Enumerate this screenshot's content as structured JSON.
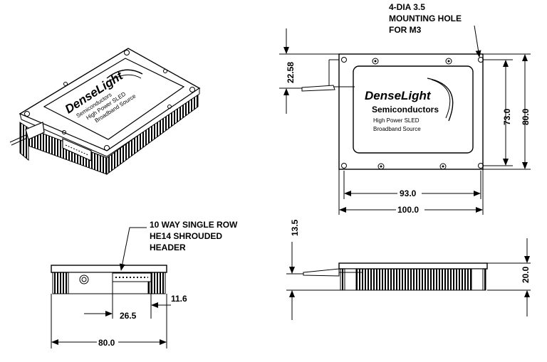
{
  "notes": {
    "mounting_hole": [
      "4-DIA 3.5",
      "MOUNTING HOLE",
      "FOR M3"
    ],
    "header": [
      "10 WAY SINGLE ROW",
      "HE14 SHROUDED",
      "HEADER"
    ]
  },
  "logo": {
    "brand": "DenseLight",
    "company": "Semiconductors",
    "product_line1": "High Power SLED",
    "product_line2": "Broadband Source"
  },
  "dimensions": {
    "top_offset": "22.58",
    "hole_pitch_width": "93.0",
    "overall_width": "100.0",
    "hole_pitch_height": "73.0",
    "overall_height": "80.0",
    "fiber_height": "13.5",
    "body_height": "20.0",
    "front_width": "80.0",
    "header_width": "26.5",
    "header_offset": "11.6"
  }
}
